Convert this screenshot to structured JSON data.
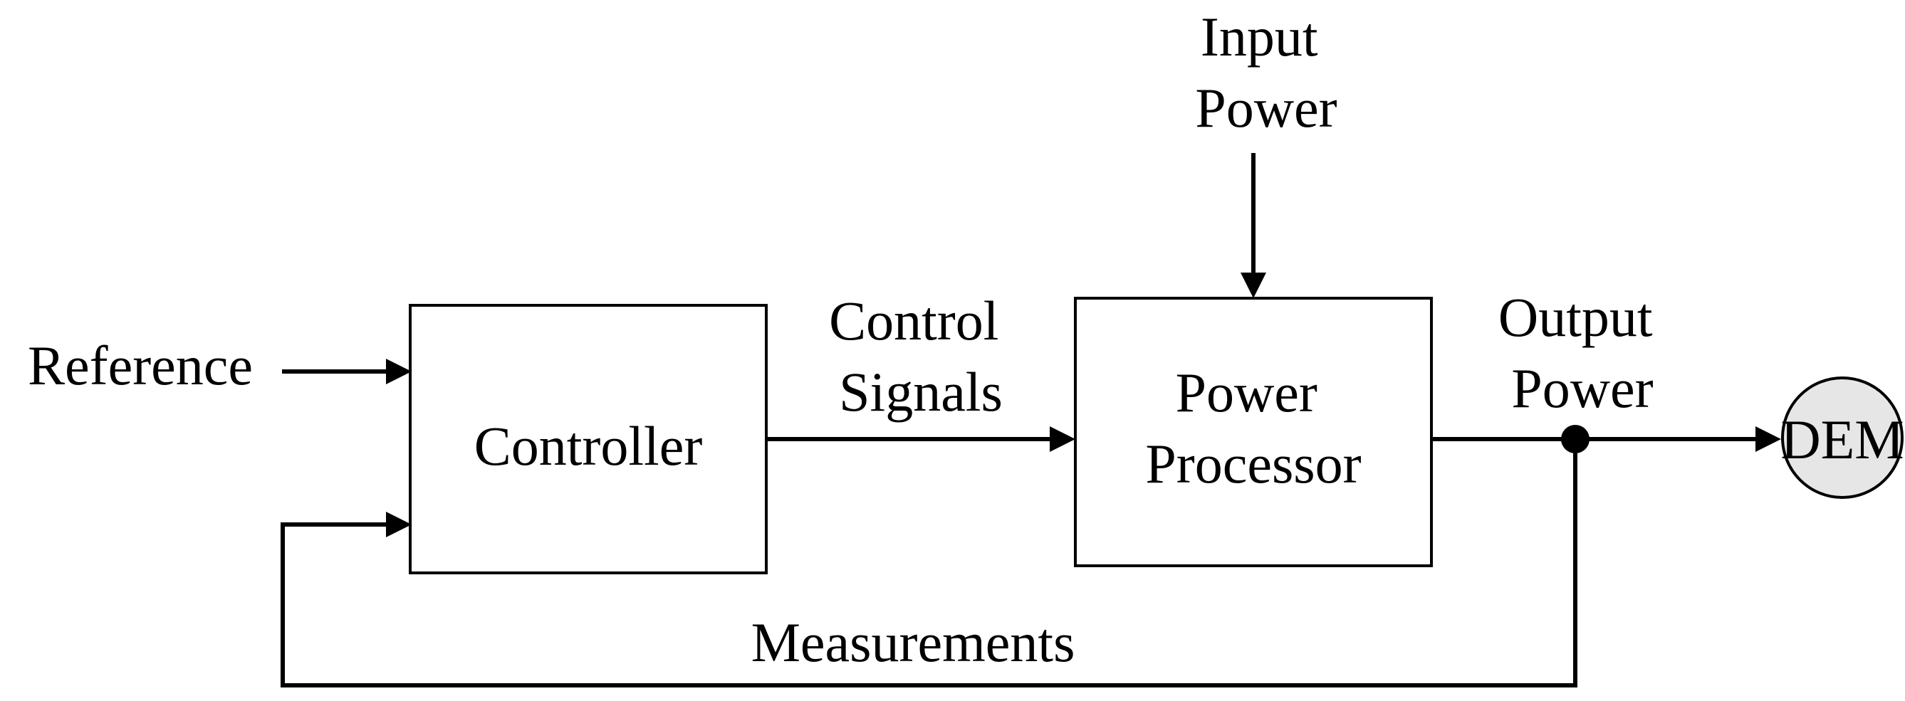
{
  "diagram": {
    "nodes": {
      "controller": {
        "label": "Controller"
      },
      "power_processor": {
        "label_lines": [
          "Power",
          "Processor"
        ]
      },
      "dem": {
        "label": "DEM"
      }
    },
    "labels": {
      "reference": "Reference",
      "input_power": [
        "Input",
        "Power"
      ],
      "control_signals": [
        "Control",
        "Signals"
      ],
      "output_power": [
        "Output",
        "Power"
      ],
      "measurements": "Measurements"
    },
    "colors": {
      "dem_fill": "#e6e6e6",
      "line": "#000000"
    }
  }
}
